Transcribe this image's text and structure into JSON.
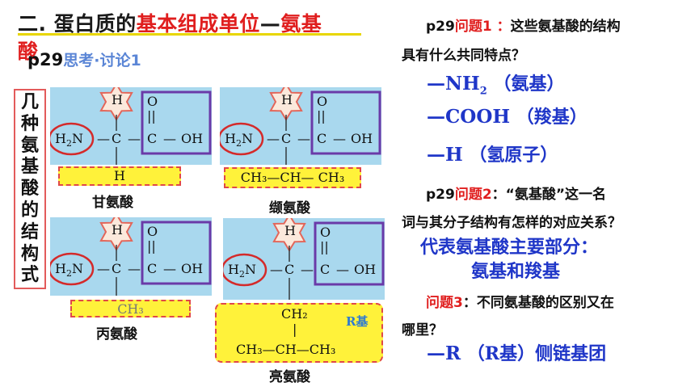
{
  "title": {
    "prefix": "二.",
    "part1": "蛋白质的",
    "part2": "基本组成单位",
    "dash": "—",
    "part3": "氨基",
    "part4": "酸"
  },
  "think": {
    "page": "p29",
    "label": "思考·讨论1"
  },
  "side_label": "几种氨基酸的结构式",
  "formula": {
    "top_h": "H",
    "o": "O",
    "double_bond": "||",
    "amino": "H",
    "amino_sub": "2",
    "amino_n": "N",
    "bond_h": "—",
    "carbon": "C",
    "carboxyl_c": "C",
    "carboxyl_oh": "OH"
  },
  "acids": [
    {
      "name": "甘氨酸",
      "r": "H"
    },
    {
      "name": "缬氨酸",
      "r": "CH₃—CH— CH₃"
    },
    {
      "name": "丙氨酸",
      "r": "CH₃"
    },
    {
      "name": "亮氨酸",
      "r_lines": [
        "CH₂",
        "|",
        "CH₃—CH—CH₃"
      ],
      "r_tag": "R基"
    }
  ],
  "q1": {
    "page": "p29",
    "label": "问题1",
    "colon": " ：",
    "text1": "这些氨基酸的结构",
    "text2": "具有什么共同特点？",
    "answers": [
      {
        "main": "—NH",
        "sub": "2",
        "note": " （氨基）"
      },
      {
        "main": "—COOH",
        "sub": "",
        "note": " （羧基）"
      },
      {
        "main": "—H",
        "sub": "",
        "note": " （氢原子）"
      }
    ]
  },
  "q2": {
    "page": "p29",
    "label": "问题2",
    "text1": "：“氨基酸”这一名",
    "text2": "词与其分子结构有怎样的对应关系？",
    "answer1": "代表氨基酸主要部分：",
    "answer2": "氨基和羧基"
  },
  "q3": {
    "label": "问题3",
    "text1": "：不同氨基酸的区别又在",
    "text2": "哪里？",
    "answer_main": "—R",
    "answer_note": " （R基）侧链基团"
  },
  "colors": {
    "accent_red": "#e01e1e",
    "answer_blue": "#1f36c8",
    "highlight_yellow": "#fff23a",
    "cell_blue": "#a9d8ee",
    "box_purple": "#6a3aa8"
  }
}
